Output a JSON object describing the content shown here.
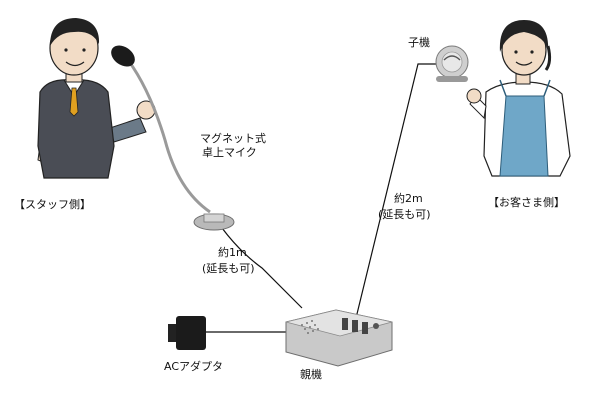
{
  "labels": {
    "staff": "【スタッフ側】",
    "customer": "【お客さま側】",
    "mic_line1": "マグネット式",
    "mic_line2": "卓上マイク",
    "handset": "子機",
    "len1_line1": "約1m",
    "len1_line2": "(延長も可)",
    "len2_line1": "約2m",
    "len2_line2": "(延長も可)",
    "adapter": "ACアダプタ",
    "base": "親機"
  },
  "colors": {
    "cable": "#111111",
    "skin": "#f2dcc6",
    "staff_shirt": "#4a4d55",
    "staff_tie": "#e0a020",
    "apron": "#6fa7c8",
    "metal": "#c8c8c8"
  }
}
